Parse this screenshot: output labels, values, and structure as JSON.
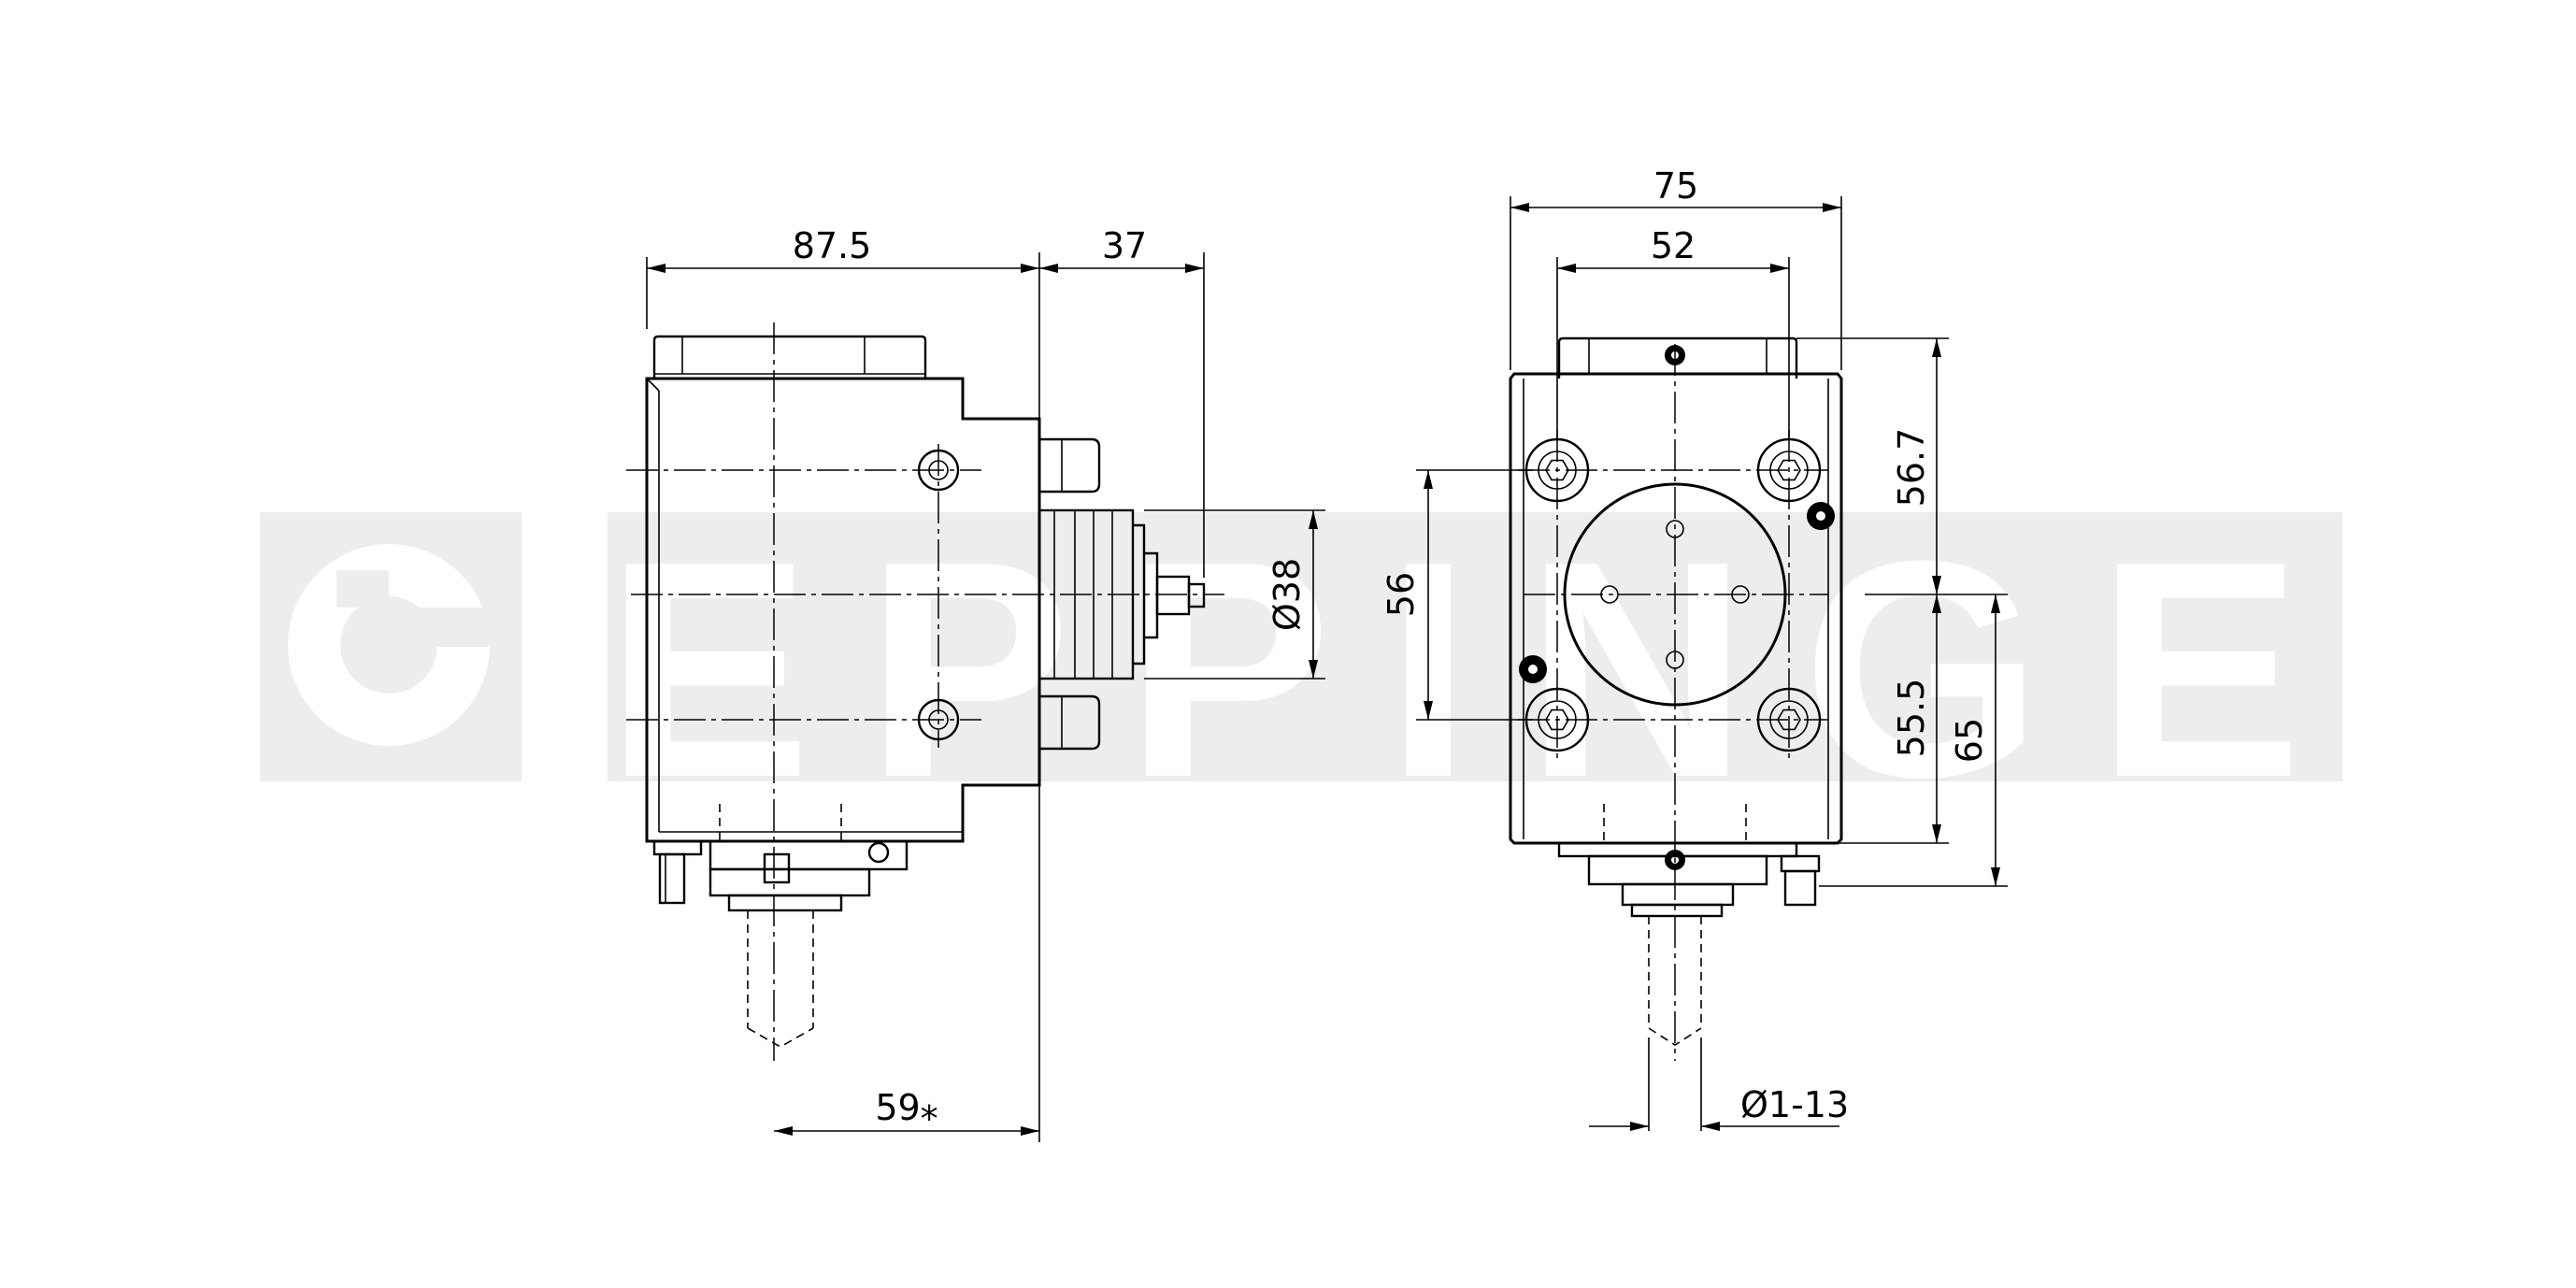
{
  "watermark": {
    "brand": "EPPINGER",
    "logo_icon": "eppinger-e-logo-icon",
    "background_color": "#ededed",
    "letter_color": "#ffffff"
  },
  "side_view": {
    "dim_width": "87.5",
    "dim_shaft": "37",
    "dim_diameter": "Ø38",
    "dim_bottom": "59⁎"
  },
  "front_view": {
    "dim_width": "75",
    "dim_inner": "52",
    "dim_bolt_spacing": "56",
    "dim_upper": "56.7",
    "dim_lower": "55.5",
    "dim_total": "65",
    "dim_collet": "Ø1-13"
  }
}
